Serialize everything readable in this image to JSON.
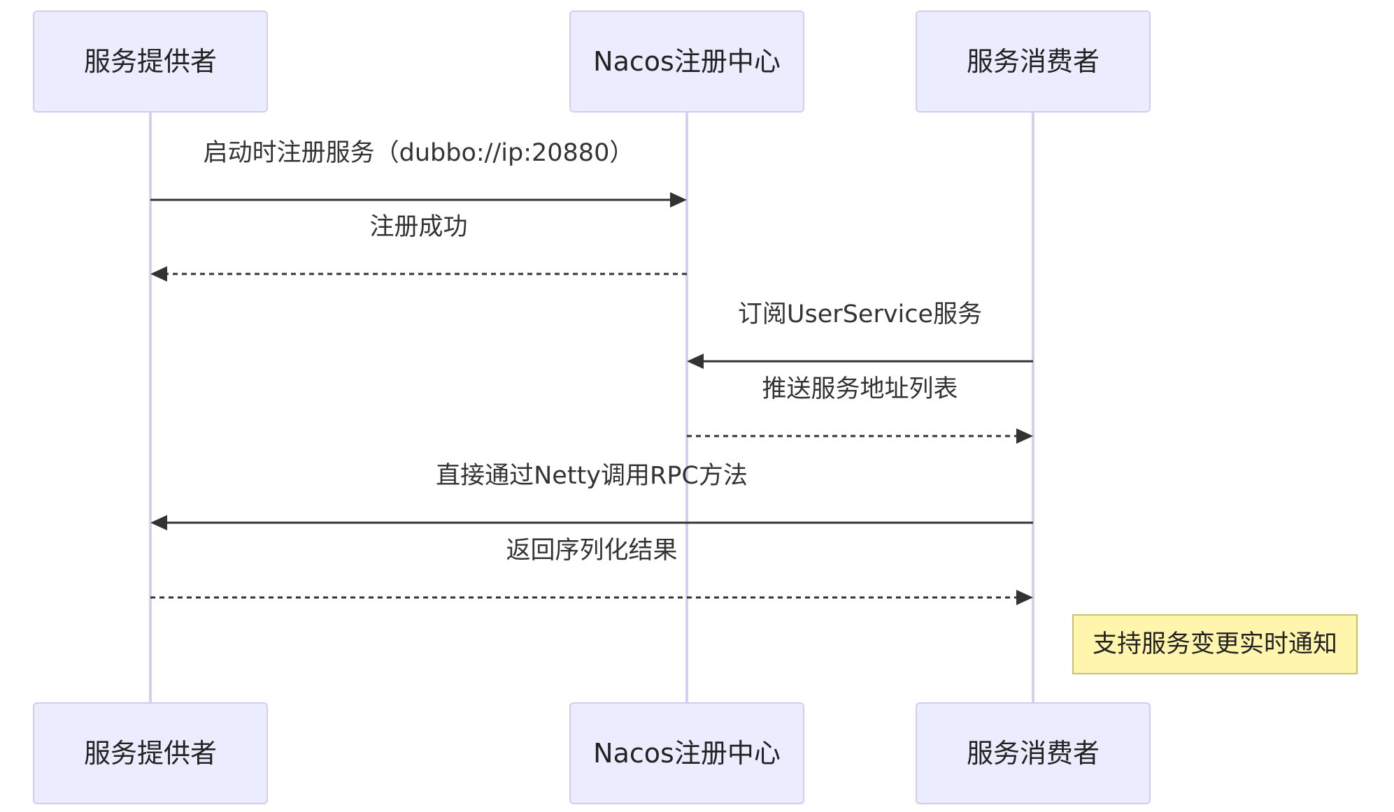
{
  "participants": [
    {
      "id": "provider",
      "label": "服务提供者"
    },
    {
      "id": "registry",
      "label": "Nacos注册中心"
    },
    {
      "id": "consumer",
      "label": "服务消费者"
    }
  ],
  "messages": [
    {
      "from": "provider",
      "to": "registry",
      "label": "启动时注册服务（dubbo://ip:20880）",
      "style": "solid"
    },
    {
      "from": "registry",
      "to": "provider",
      "label": "注册成功",
      "style": "dashed"
    },
    {
      "from": "consumer",
      "to": "registry",
      "label": "订阅UserService服务",
      "style": "solid"
    },
    {
      "from": "registry",
      "to": "consumer",
      "label": "推送服务地址列表",
      "style": "dashed"
    },
    {
      "from": "consumer",
      "to": "provider",
      "label": "直接通过Netty调用RPC方法",
      "style": "solid"
    },
    {
      "from": "provider",
      "to": "consumer",
      "label": "返回序列化结果",
      "style": "dashed"
    }
  ],
  "notes": [
    {
      "anchor": "consumer",
      "position": "right-of",
      "label": "支持服务变更实时通知"
    }
  ],
  "colors": {
    "actor_fill": "#ECECFF",
    "actor_border": "#d3ccf2",
    "lifeline": "#d6cff0",
    "message_line": "#333333",
    "note_fill": "#fff5ad",
    "note_border": "#c9c26a"
  }
}
